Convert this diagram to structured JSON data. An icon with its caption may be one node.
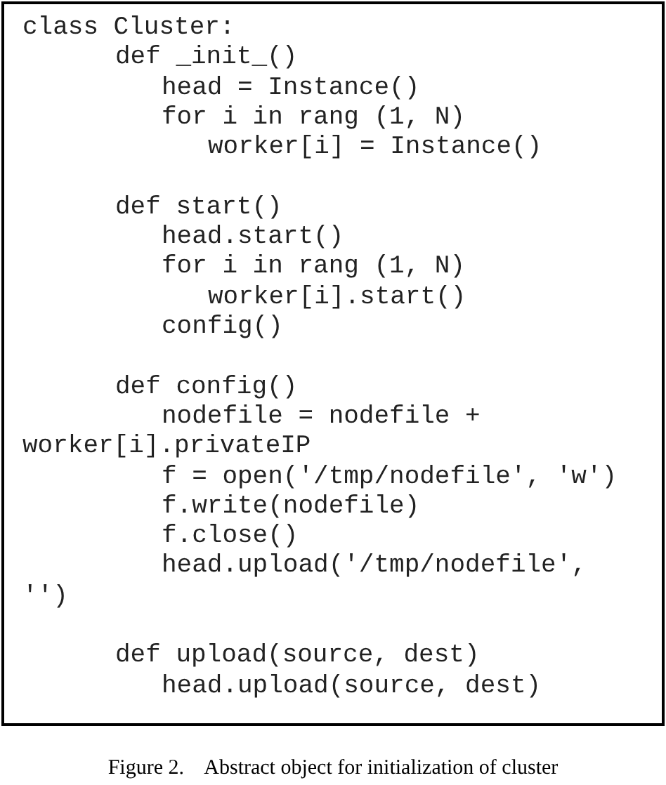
{
  "diagram": {
    "caption": "Figure 2.    Abstract object for initialization of cluster",
    "labels": [
      "class Cluster:",
      "def _init_()",
      "head = Instance()",
      "for i in rang (1, N)",
      "worker[i] = Instance()",
      "def start()",
      "head.start()",
      "for i in rang (1, N)",
      "worker[i].start()",
      "config()",
      "def config()",
      "nodefile = nodefile +",
      "worker[i].privateIP",
      "f = open('/tmp/nodefile', 'w')",
      "f.write(nodefile)",
      "f.close()",
      "head.upload('/tmp/nodefile',",
      "'')",
      "def upload(source, dest)",
      "head.upload(source, dest)"
    ]
  }
}
